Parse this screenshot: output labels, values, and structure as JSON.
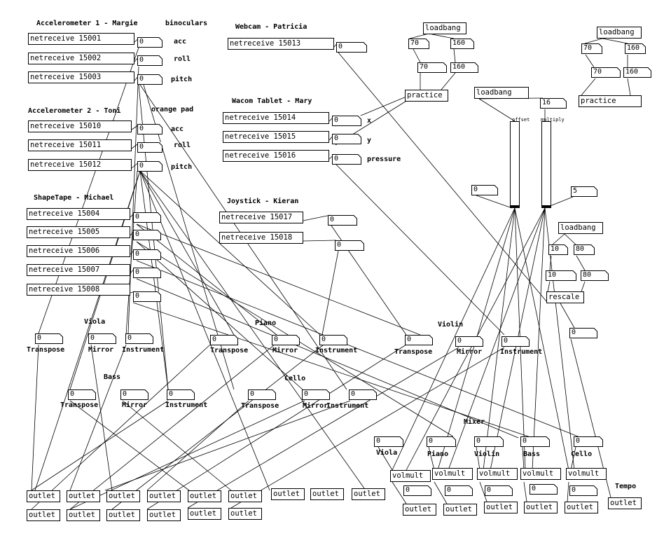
{
  "labels": {
    "acc1_title": "Accelerometer 1 - Margie",
    "binoculars": "binoculars",
    "acc1_acc": "acc",
    "acc1_roll": "roll",
    "acc1_pitch": "pitch",
    "acc2_title": "Accelerometer 2 - Toni",
    "orange_pad": "orange pad",
    "acc2_acc": "acc",
    "acc2_roll": "roll",
    "acc2_pitch": "pitch",
    "webcam_title": "Webcam - Patricia",
    "wacom_title": "Wacom Tablet - Mary",
    "wacom_x": "x",
    "wacom_y": "y",
    "wacom_pressure": "pressure",
    "joystick_title": "Joystick - Kieran",
    "shapetape_title": "ShapeTape - Michael",
    "viola": "Viola",
    "piano": "Piano",
    "violin": "Violin",
    "bass": "Bass",
    "cello": "Cello",
    "mixer": "Mixer",
    "tempo": "Tempo",
    "offset": "offset",
    "multiply": "multiply",
    "transpose": "Transpose",
    "mirror": "Mirror",
    "instrument": "Instrument",
    "mix_viola": "Viola",
    "mix_piano": "Piano",
    "mix_violin": "Violin",
    "mix_bass": "Bass",
    "mix_cello": "Cello"
  },
  "objects": {
    "nr15001": "netreceive 15001",
    "nr15002": "netreceive 15002",
    "nr15003": "netreceive 15003",
    "nr15010": "netreceive 15010",
    "nr15011": "netreceive 15011",
    "nr15012": "netreceive 15012",
    "nr15004": "netreceive 15004",
    "nr15005": "netreceive 15005",
    "nr15006": "netreceive 15006",
    "nr15007": "netreceive 15007",
    "nr15008": "netreceive 15008",
    "nr15013": "netreceive 15013",
    "nr15014": "netreceive 15014",
    "nr15015": "netreceive 15015",
    "nr15016": "netreceive 15016",
    "nr15017": "netreceive 15017",
    "nr15018": "netreceive 15018",
    "loadbang": "loadbang",
    "practice": "practice",
    "rescale": "rescale",
    "volmult": "volmult",
    "outlet": "outlet"
  },
  "numbers": {
    "zero": "0",
    "n70": "70",
    "n160": "160",
    "n16": "16",
    "n5": "5",
    "n10": "10",
    "n80": "80"
  }
}
